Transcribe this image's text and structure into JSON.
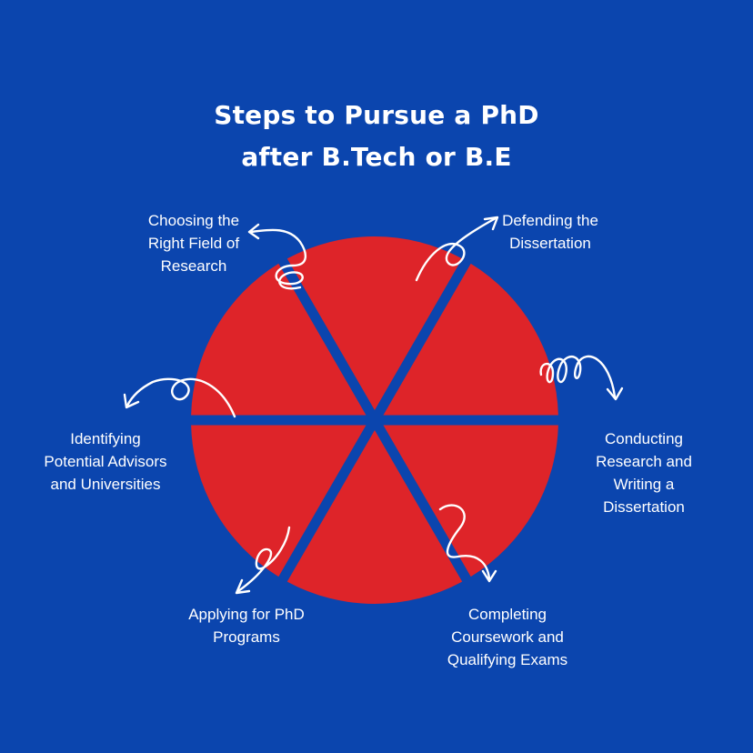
{
  "title": {
    "line1": "Steps to Pursue a PhD",
    "line2": "after B.Tech or B.E"
  },
  "colors": {
    "background": "#0B45AE",
    "segment": "#DE2429",
    "text": "#FFFFFF"
  },
  "steps": [
    {
      "label": "Choosing the\nRight Field of\nResearch"
    },
    {
      "label": "Defending the\nDissertation"
    },
    {
      "label": "Conducting\nResearch and\nWriting a\nDissertation"
    },
    {
      "label": "Completing\nCoursework and\nQualifying Exams"
    },
    {
      "label": "Applying for PhD\nPrograms"
    },
    {
      "label": "Identifying\nPotential Advisors\nand Universities"
    }
  ]
}
